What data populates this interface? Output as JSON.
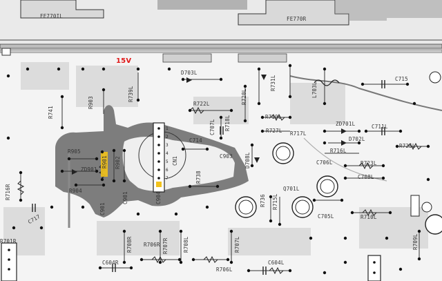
{
  "schematic": {
    "rail_voltage": "15V",
    "rail_color": "#e01818",
    "highlight_color": "#f2c21b",
    "trace_color": "#7a7a7a",
    "connector_pins": [
      "1",
      "2",
      "3",
      "4",
      "5",
      "6",
      "7"
    ],
    "labels": {
      "fet_left": "FE770IL",
      "fet_right": "FE770R",
      "d703l": "D703L",
      "r741": "R741",
      "r903": "R903",
      "r739l": "R739L",
      "r722l": "R722L",
      "r720l": "R720L",
      "c707l": "C707L",
      "r718l": "R718L",
      "r719l": "R719L",
      "r727l": "R727L",
      "r717l": "R717L",
      "zd701l": "ZD701L",
      "d702l": "D702L",
      "c711l": "C711L",
      "r725l": "R725L",
      "r716l": "R716L",
      "c715": "C715",
      "r731l": "R731L",
      "l703l": "L703L",
      "c714": "C714",
      "c903": "C903",
      "d708l": "D708L",
      "c706l": "C706L",
      "r723l": "R723L",
      "c708l": "C708L",
      "r905": "R905",
      "r901": "R901",
      "r902": "R902",
      "zd901": "ZD901",
      "r904": "R904",
      "cn1": "CN1",
      "r736": "R736",
      "r715l": "R715L",
      "c705l": "C705L",
      "r710l": "R710L",
      "r716r": "R716R",
      "c717": "C717",
      "c901": "C901",
      "r708r": "R708R",
      "r706r": "R706R",
      "r707r": "R707R",
      "r708l": "R708L",
      "r707l": "R707L",
      "r706l": "R706L",
      "c604r": "C604R",
      "c604l": "C604L",
      "r701r": "R701R",
      "r709l": "R709L",
      "c901a": "C901",
      "r738": "R738",
      "c904": "C904",
      "q701l": "Q701L"
    }
  }
}
